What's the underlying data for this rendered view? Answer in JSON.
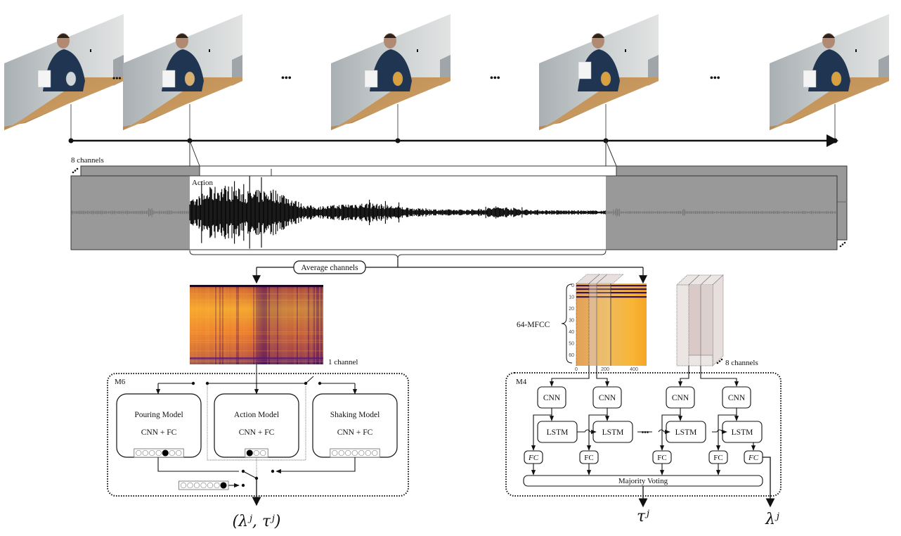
{
  "timeline": {
    "frames": [
      {
        "id": "frame-1",
        "scene": "person holding jug beside empty glass"
      },
      {
        "id": "frame-2",
        "scene": "person starts pouring into glass"
      },
      {
        "id": "frame-3",
        "scene": "person pouring, glass partly filled"
      },
      {
        "id": "frame-4",
        "scene": "person pouring, glass mostly filled"
      },
      {
        "id": "frame-5",
        "scene": "person holding jug beside full glass"
      }
    ],
    "ellipsis": "•••"
  },
  "audio": {
    "channels_label": "8 channels",
    "action_label": "Action",
    "average_label": "Average channels",
    "colors": {
      "inactive": "#999999",
      "active": "#ffffff",
      "wave": "#000000"
    }
  },
  "spectrogram": {
    "label": "1 channel"
  },
  "mfcc": {
    "label": "64-MFCC",
    "channels_label": "8 channels",
    "y_ticks": [
      "0",
      "10",
      "20",
      "30",
      "40",
      "50",
      "60"
    ],
    "x_ticks": [
      "0",
      "200",
      "400"
    ]
  },
  "m6": {
    "title": "M6",
    "models": [
      {
        "name": "Pouring Model",
        "arch": "CNN + FC",
        "slots": 7,
        "active_slot": 5
      },
      {
        "name": "Action Model",
        "arch": "CNN + FC",
        "slots": 3,
        "active_slot": 1
      },
      {
        "name": "Shaking Model",
        "arch": "CNN + FC",
        "slots": 7,
        "active_slot": 0
      }
    ],
    "fallback_vector": {
      "slots": 7,
      "active_slot": 7
    },
    "output": "(λʲ, τʲ)"
  },
  "m4": {
    "title": "M4",
    "cnn_label": "CNN",
    "lstm_label": "LSTM",
    "fc_label": "FC",
    "voting_label": "Majority Voting",
    "ellipsis": "•••",
    "output_tau": "τʲ",
    "output_lambda": "λʲ"
  }
}
